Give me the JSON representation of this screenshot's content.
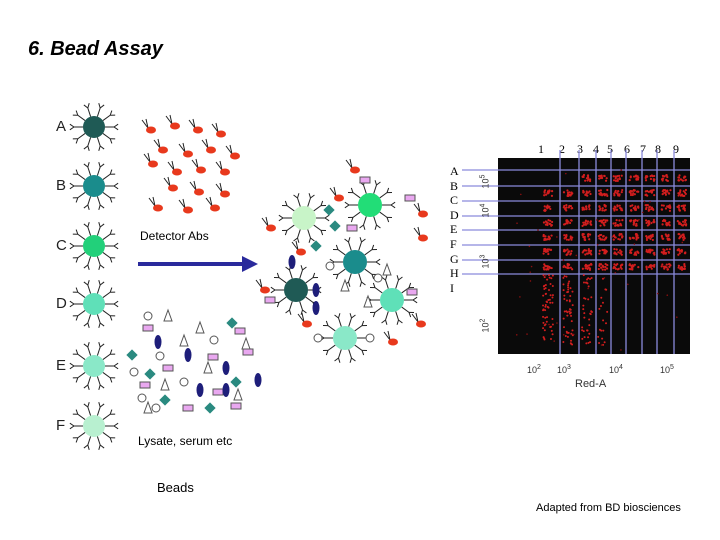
{
  "title": "6. Bead Assay",
  "bead_rows": [
    {
      "label": "A",
      "color": "#1f5a55"
    },
    {
      "label": "B",
      "color": "#1a8c8c"
    },
    {
      "label": "C",
      "color": "#22d07a"
    },
    {
      "label": "D",
      "color": "#5fe0b8"
    },
    {
      "label": "E",
      "color": "#8ae8c8"
    },
    {
      "label": "F",
      "color": "#b8f0d0"
    }
  ],
  "labels": {
    "detector_abs": "Detector Abs",
    "lysate": "Lysate, serum etc",
    "beads": "Beads",
    "credit": "Adapted from BD biosciences"
  },
  "plate": {
    "columns": [
      "1",
      "2",
      "3",
      "4",
      "5",
      "6",
      "7",
      "8",
      "9"
    ],
    "rows": [
      "A",
      "B",
      "C",
      "D",
      "E",
      "F",
      "G",
      "H",
      "I"
    ]
  },
  "flow_plot": {
    "x_ticks": [
      "10",
      "10",
      "10",
      "10"
    ],
    "x_exponents": [
      "2",
      "3",
      "4",
      "5"
    ],
    "y_ticks": [
      "10",
      "10",
      "10",
      "10"
    ],
    "y_exponents": [
      "5",
      "4",
      "3",
      "2"
    ],
    "x_label": "Red-A"
  },
  "colors": {
    "antibody": "#e8391d",
    "arrow": "#2a2a9c",
    "plate_line": "#8a8adc",
    "dots": "#d21e1e"
  }
}
